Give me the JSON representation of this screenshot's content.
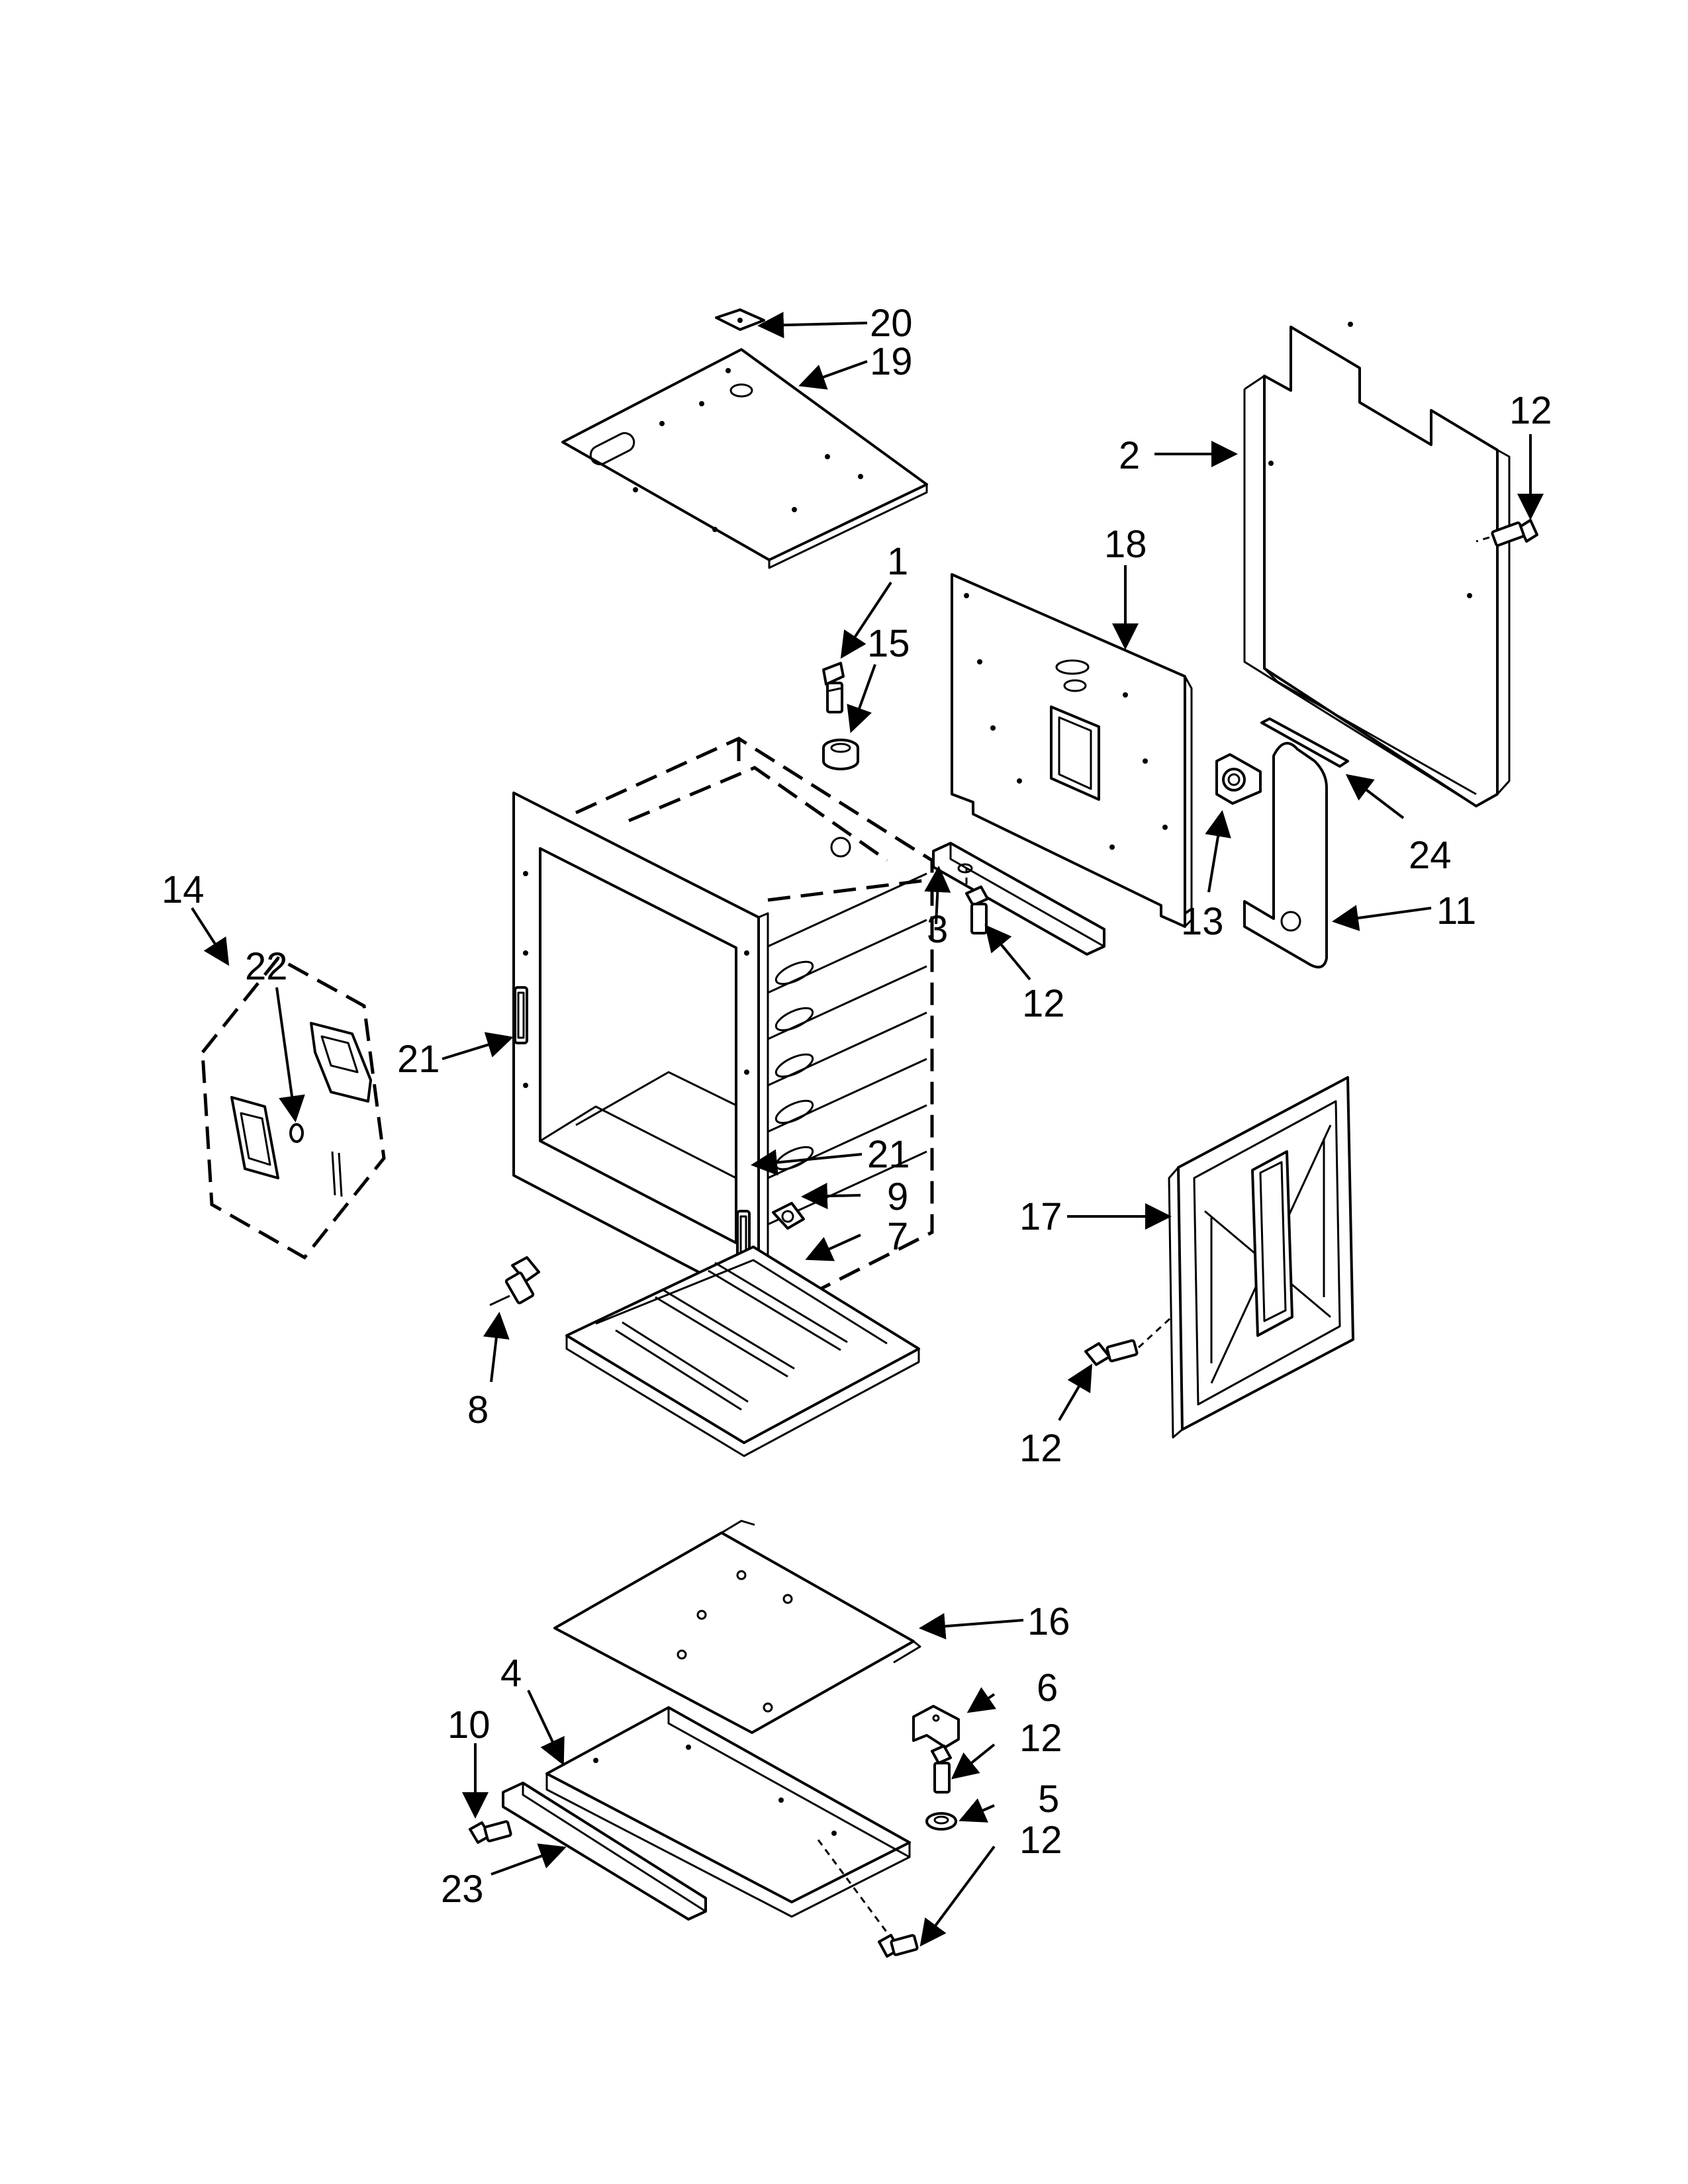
{
  "diagram": {
    "callouts": {
      "c1": "1",
      "c2": "2",
      "c3": "3",
      "c4": "4",
      "c5": "5",
      "c6": "6",
      "c7": "7",
      "c8": "8",
      "c9": "9",
      "c10": "10",
      "c11": "11",
      "c12a": "12",
      "c12b": "12",
      "c12c": "12",
      "c12d": "12",
      "c12e": "12",
      "c13": "13",
      "c14": "14",
      "c15": "15",
      "c16": "16",
      "c17": "17",
      "c18": "18",
      "c19": "19",
      "c20": "20",
      "c21a": "21",
      "c21b": "21",
      "c22": "22",
      "c23": "23",
      "c24": "24"
    },
    "line_color": "#000000",
    "background": "#ffffff"
  }
}
